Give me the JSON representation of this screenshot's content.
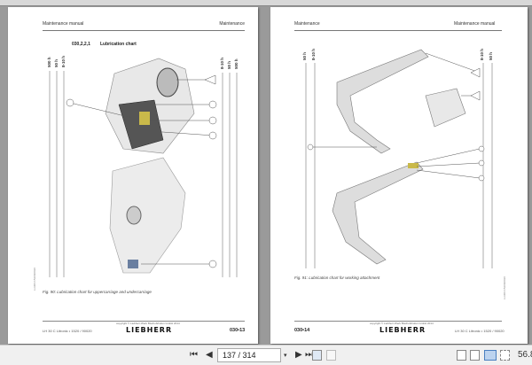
{
  "left_page": {
    "header_left": "Maintenance manual",
    "header_right": "Maintenance",
    "section_number": "030,2,2,1",
    "section_title": "Lubrication chart",
    "interval_labels_left": [
      "500 h",
      "50 h",
      "8-10 h"
    ],
    "interval_labels_right": [
      "8-10 h",
      "50 h",
      "500 h"
    ],
    "caption": "Fig. 90: Lubrication chart for uppercarriage and undercarriage",
    "footer_left": "LH 30 C Litronic • 1520 / 90020",
    "copyright": "copyright © Liebherr-Werk Bischofshofen GmbH 2014",
    "logo": "LIEBHERR",
    "page_number": "030•13"
  },
  "right_page": {
    "header_left": "Maintenance",
    "header_right": "Maintenance manual",
    "interval_labels_left": [
      "50 h",
      "8-10 h"
    ],
    "interval_labels_right": [
      "8-10 h",
      "50 h"
    ],
    "caption": "Fig. 91: Lubrication chart for working attachment",
    "footer_right": "LH 30 C Litronic • 1520 / 90020",
    "copyright": "copyright © Liebherr-Werk Bischofshofen GmbH 2014",
    "logo": "LIEBHERR",
    "page_number": "030•14"
  },
  "toolbar": {
    "page_value": "137 / 314",
    "zoom": "56.8",
    "icons": [
      "first-page",
      "previous-page",
      "page-dropdown",
      "next-page",
      "last-page",
      "go-back-view",
      "go-forward-view",
      "single-page",
      "continuous",
      "two-page",
      "continuous-two-page"
    ]
  }
}
